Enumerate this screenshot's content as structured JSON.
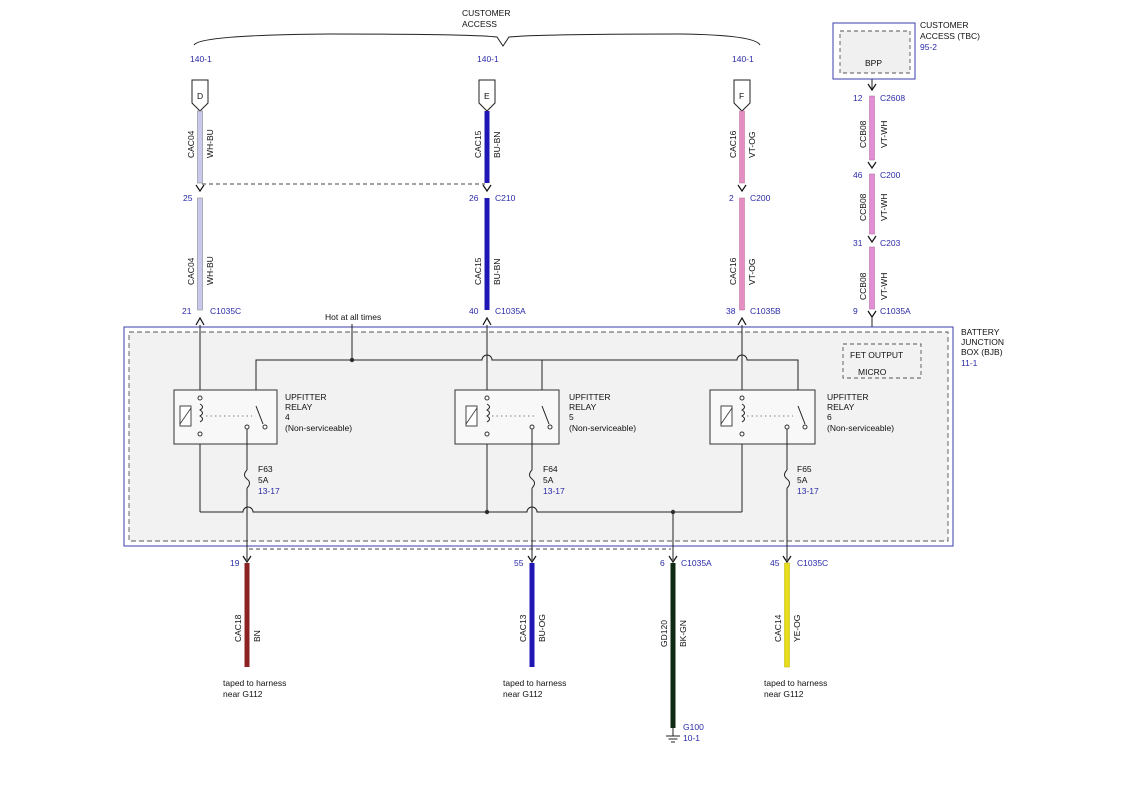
{
  "top_access": {
    "title_line1": "CUSTOMER",
    "title_line2": "ACCESS"
  },
  "tbc": {
    "title_line1": "CUSTOMER",
    "title_line2": "ACCESS (TBC)",
    "ref": "95-2",
    "inner_label": "BPP"
  },
  "bjb": {
    "title_line1": "BATTERY",
    "title_line2": "JUNCTION",
    "title_line3": "BOX (BJB)",
    "ref": "11-1",
    "hot_label": "Hot at all times",
    "fet_line1": "FET OUTPUT",
    "fet_line2": "MICRO"
  },
  "columns": [
    {
      "ref": "140-1",
      "pin_letter": "D",
      "circuit": "CAC04",
      "color_code": "WH-BU",
      "color": "#c9c9ee",
      "mid_pin": "25",
      "mid_conn": "",
      "bjb_pin": "21",
      "bjb_conn": "C1035C"
    },
    {
      "ref": "140-1",
      "pin_letter": "E",
      "circuit": "CAC15",
      "color_code": "BU-BN",
      "color": "#1f16b4",
      "mid_pin": "26",
      "mid_conn": "C210",
      "bjb_pin": "40",
      "bjb_conn": "C1035A"
    },
    {
      "ref": "140-1",
      "pin_letter": "F",
      "circuit": "CAC16",
      "color_code": "VT-OG",
      "color": "#e58ec4",
      "mid_pin": "2",
      "mid_conn": "C200",
      "bjb_pin": "38",
      "bjb_conn": "C1035B"
    }
  ],
  "tbc_wire": {
    "circuit": "CCB08",
    "color_code": "VT-WH",
    "color": "#e18fd2",
    "segments": [
      {
        "pin": "12",
        "conn": "C2608"
      },
      {
        "pin": "46",
        "conn": "C200"
      },
      {
        "pin": "31",
        "conn": "C203"
      },
      {
        "pin": "9",
        "conn": "C1035A"
      }
    ]
  },
  "relays": [
    {
      "title_line1": "UPFITTER",
      "title_line2": "RELAY",
      "number": "4",
      "note": "(Non-serviceable)"
    },
    {
      "title_line1": "UPFITTER",
      "title_line2": "RELAY",
      "number": "5",
      "note": "(Non-serviceable)"
    },
    {
      "title_line1": "UPFITTER",
      "title_line2": "RELAY",
      "number": "6",
      "note": "(Non-serviceable)"
    }
  ],
  "fuses": [
    {
      "name": "F63",
      "rating": "5A",
      "ref": "13-17"
    },
    {
      "name": "F64",
      "rating": "5A",
      "ref": "13-17"
    },
    {
      "name": "F65",
      "rating": "5A",
      "ref": "13-17"
    }
  ],
  "outputs": [
    {
      "pin": "19",
      "conn": "",
      "circuit": "CAC18",
      "color_code": "BN",
      "color": "#8b2323",
      "note_line1": "taped to harness",
      "note_line2": "near G112"
    },
    {
      "pin": "55",
      "conn": "",
      "circuit": "CAC13",
      "color_code": "BU-OG",
      "color": "#1f16b4",
      "note_line1": "taped to harness",
      "note_line2": "near G112"
    },
    {
      "pin": "45",
      "conn": "C1035C",
      "circuit": "CAC14",
      "color_code": "YE-OG",
      "color": "#e8dd1a",
      "note_line1": "taped to harness",
      "note_line2": "near G112"
    }
  ],
  "ground": {
    "pin": "6",
    "conn": "C1035A",
    "circuit": "GD120",
    "color_code": "BK-GN",
    "color": "#0f2a12",
    "label": "G100",
    "ref": "10-1"
  }
}
